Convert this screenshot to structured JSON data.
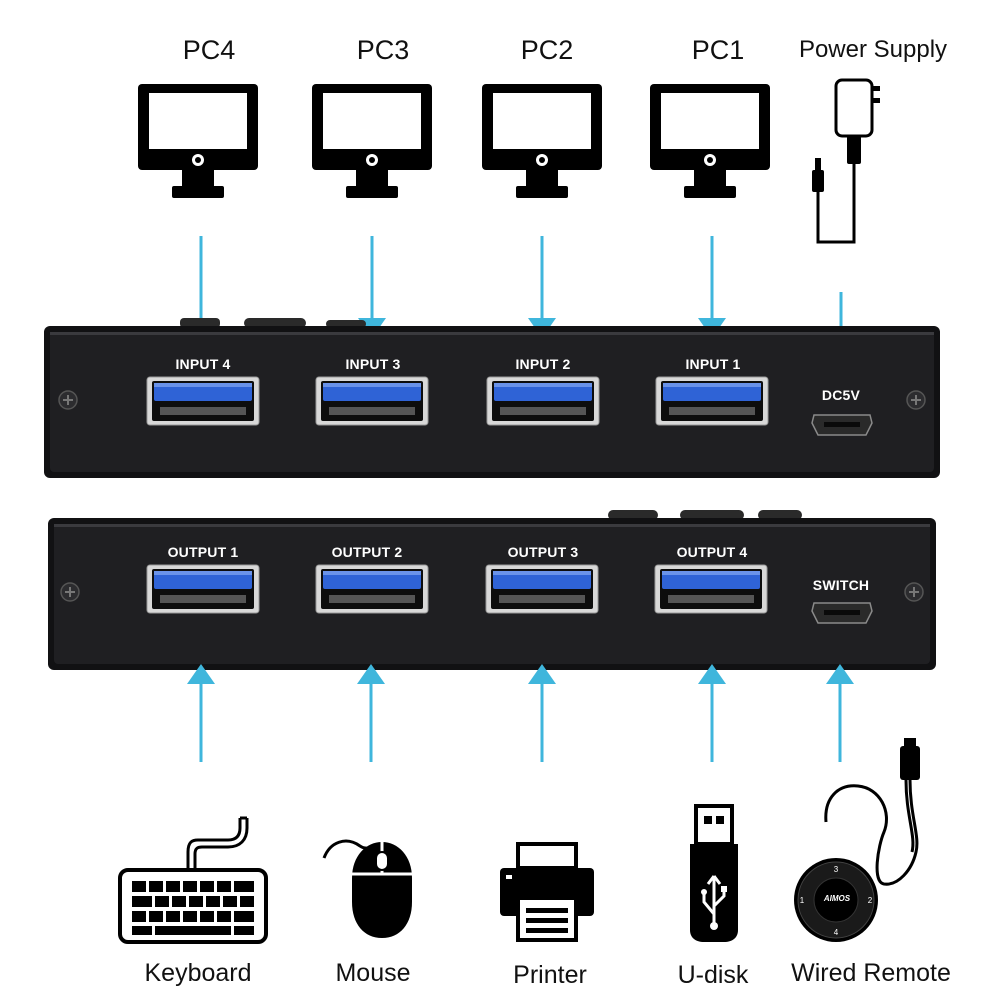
{
  "top_devices": [
    {
      "label": "PC4"
    },
    {
      "label": "PC3"
    },
    {
      "label": "PC2"
    },
    {
      "label": "PC1"
    }
  ],
  "power_supply": {
    "label": "Power Supply"
  },
  "input_panel": {
    "ports": [
      {
        "label": "INPUT 4"
      },
      {
        "label": "INPUT 3"
      },
      {
        "label": "INPUT 2"
      },
      {
        "label": "INPUT 1"
      }
    ],
    "dc_label": "DC5V"
  },
  "output_panel": {
    "ports": [
      {
        "label": "OUTPUT 1"
      },
      {
        "label": "OUTPUT 2"
      },
      {
        "label": "OUTPUT 3"
      },
      {
        "label": "OUTPUT 4"
      }
    ],
    "switch_label": "SWITCH"
  },
  "bottom_devices": [
    {
      "label": "Keyboard",
      "icon": "keyboard-icon"
    },
    {
      "label": "Mouse",
      "icon": "mouse-icon"
    },
    {
      "label": "Printer",
      "icon": "printer-icon"
    },
    {
      "label": "U-disk",
      "icon": "usb-drive-icon"
    },
    {
      "label": "Wired Remote",
      "icon": "wired-remote-icon"
    }
  ],
  "remote": {
    "brand": "AIMOS",
    "buttons": [
      "1",
      "2",
      "3",
      "4"
    ]
  },
  "colors": {
    "arrow": "#3fb6dc",
    "usb_blue": "#2f63d6",
    "panel": "#1c1c1e"
  }
}
